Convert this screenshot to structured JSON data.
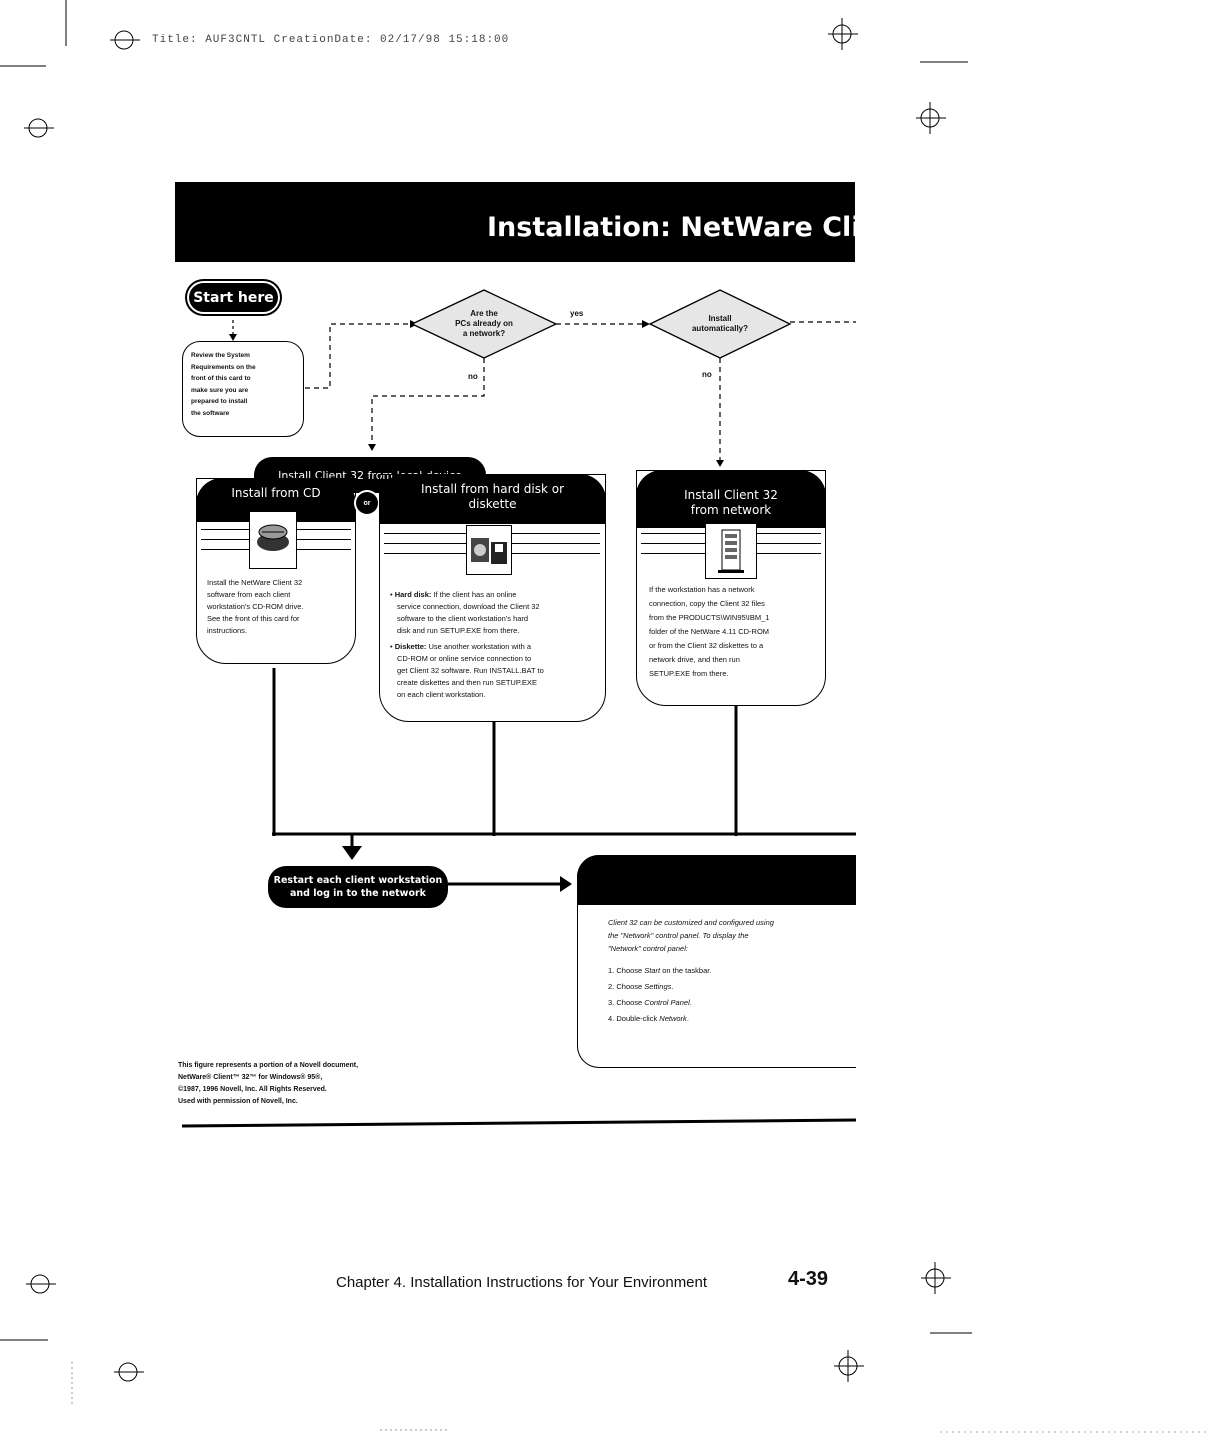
{
  "print_header": "Title: AUF3CNTL CreationDate: 02/17/98 15:18:00",
  "banner": {
    "title": "Installation: NetWare Client"
  },
  "start": {
    "label": "Start here"
  },
  "review_note": {
    "lines": [
      "Review the System",
      "Requirements on the",
      "front of this card to",
      "make sure you are",
      "prepared to install",
      "the software"
    ]
  },
  "decision_network": {
    "lines": [
      "Are the",
      "PCs already on",
      "a network?"
    ],
    "yes_label": "yes",
    "no_label": "no"
  },
  "decision_auto": {
    "lines": [
      "Install",
      "automatically?"
    ],
    "no_label": "no"
  },
  "local_device": {
    "title": "Install Client 32 from local device",
    "or_label": "or"
  },
  "card_cd": {
    "title": "Install from CD",
    "icon": "cd-rom-icon",
    "lines": [
      "Install the NetWare Client 32",
      "software from each client",
      "workstation's CD-ROM drive.",
      "See the front of this card for",
      "instructions."
    ]
  },
  "card_disk": {
    "title_line1": "Install from hard disk or",
    "title_line2": "diskette",
    "icon": "hard-disk-icon",
    "hard_disk_label": "Hard disk:",
    "hard_disk_lines": [
      "If the client has an online",
      "service connection, download the Client 32",
      "software to the client workstation's hard",
      "disk and run SETUP.EXE from there."
    ],
    "diskette_label": "Diskette:",
    "diskette_lines": [
      "Use another workstation with a",
      "CD-ROM or online service connection to",
      "get Client 32 software. Run INSTALL.BAT to",
      "create diskettes and then run SETUP.EXE",
      "on each client workstation."
    ]
  },
  "card_network": {
    "title_line1": "Install Client 32",
    "title_line2": "from network",
    "icon": "server-icon",
    "lines": [
      "If the workstation has a network",
      "connection, copy the Client 32 files",
      "from the PRODUCTS\\WIN95\\IBM_1",
      "folder of the NetWare 4.11 CD-ROM",
      "or from the Client 32 diskettes to a",
      "network drive, and then run",
      "SETUP.EXE from there."
    ]
  },
  "restart": {
    "line1": "Restart each client workstation",
    "line2": "and log in to the network"
  },
  "config": {
    "intro_lines": [
      "Client 32 can be customized and configured using",
      "the \"Network\" control panel. To display the",
      "\"Network\" control panel:"
    ],
    "steps": [
      {
        "num": "1.",
        "pre": "Choose ",
        "em": "Start",
        "post": " on the taskbar."
      },
      {
        "num": "2.",
        "pre": "Choose ",
        "em": "Settings",
        "post": "."
      },
      {
        "num": "3.",
        "pre": "Choose ",
        "em": "Control Panel",
        "post": "."
      },
      {
        "num": "4.",
        "pre": "Double-click ",
        "em": "Network",
        "post": "."
      }
    ]
  },
  "credits": {
    "lines": [
      "This figure represents a portion of a Novell document,",
      "NetWare® Client™ 32™ for Windows® 95®,",
      "©1987, 1996 Novell, Inc. All Rights Reserved.",
      "Used with permission of Novell, Inc."
    ]
  },
  "footer": {
    "chapter": "Chapter 4.  Installation Instructions for Your Environment",
    "page": "4-39"
  }
}
